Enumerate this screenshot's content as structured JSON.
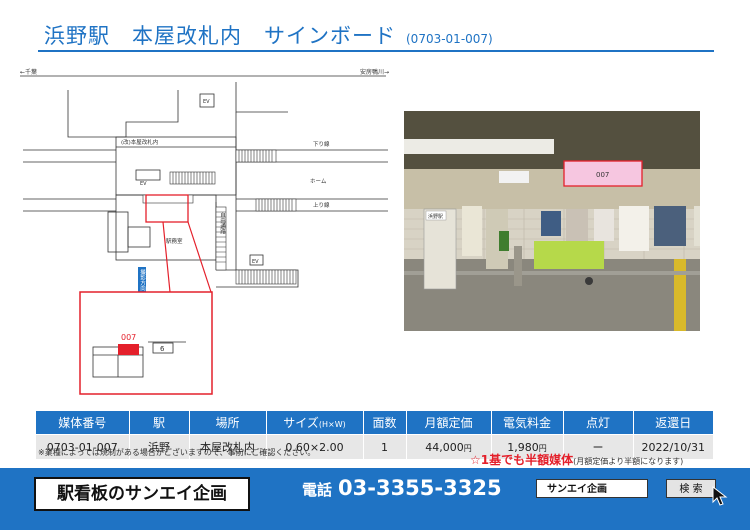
{
  "header": {
    "title": "浜野駅　本屋改札内　サインボード",
    "code": "(0703-01-007)"
  },
  "map": {
    "left_direction": "←千葉",
    "right_direction": "安房鴨川→",
    "gate_label": "(改)本屋改札内",
    "line_up": "上り線",
    "line_down": "下り線",
    "platform": "ホーム",
    "office": "駅務室",
    "connecting_passage": "自由通路",
    "ev": "EV",
    "shooting_direction": "撮影方向",
    "inset_code": "007",
    "inset_number": "6"
  },
  "photo": {
    "board_code": "007",
    "wall_sign": "浜野駅"
  },
  "table": {
    "headers": [
      "媒体番号",
      "駅",
      "場所",
      "サイズ",
      "面数",
      "月額定価",
      "電気料金",
      "点灯",
      "返還日"
    ],
    "size_unit": "(H×W)",
    "row": [
      "0703-01-007",
      "浜野",
      "本屋改札内",
      "0.60×2.00",
      "1",
      "44,000",
      "1,980",
      "ー",
      "2022/10/31"
    ],
    "yen": "円"
  },
  "note": "※業種によっては規制がある場合がございますので、事前にご確認ください。",
  "promo": {
    "main": "☆1基でも半額媒体",
    "sub": "(月額定価より半額になります)"
  },
  "footer": {
    "brand": "駅看板のサンエイ企画",
    "phone_label": "電話",
    "phone": "03-3355-3325",
    "search_text": "サンエイ企画",
    "search_button": "検 索"
  },
  "colors": {
    "brand_blue": "#1f73c4",
    "highlight_red": "#e4202b",
    "board_pink": "#f6c6e0"
  }
}
